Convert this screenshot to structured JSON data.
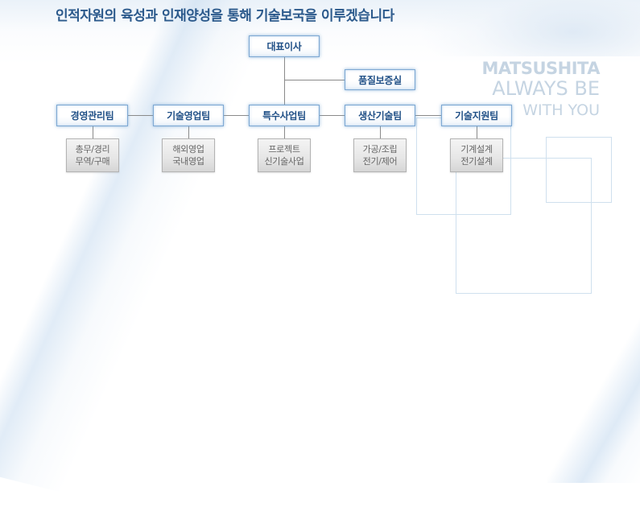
{
  "headline": "인적자원의 육성과 인재양성을 통해 기술보국을 이루겠습니다",
  "brand": {
    "line1": "MATSUSHITA",
    "line2": "ALWAYS BE",
    "line3": "WITH YOU"
  },
  "org_chart": {
    "ceo": {
      "label": "대표이사"
    },
    "staff": {
      "label": "품질보증실"
    },
    "teams": [
      {
        "label": "경영관리팀",
        "duties": [
          "총무/경리",
          "무역/구매"
        ]
      },
      {
        "label": "기술영업팀",
        "duties": [
          "해외영업",
          "국내영업"
        ]
      },
      {
        "label": "특수사업팀",
        "duties": [
          "프로젝트",
          "신기술사업"
        ]
      },
      {
        "label": "생산기술팀",
        "duties": [
          "가공/조립",
          "전기/제어"
        ]
      },
      {
        "label": "기술지원팀",
        "duties": [
          "기계설계",
          "전기설계"
        ]
      }
    ]
  },
  "colors": {
    "headline": "#2c5a8c",
    "box_text": "#1f4f86",
    "box_border": "#7fa9d3",
    "sub_text": "#666666",
    "connector": "#8a8a8a",
    "brand_text": "#c5d4e2",
    "deco_square": "#cfe0ee"
  }
}
